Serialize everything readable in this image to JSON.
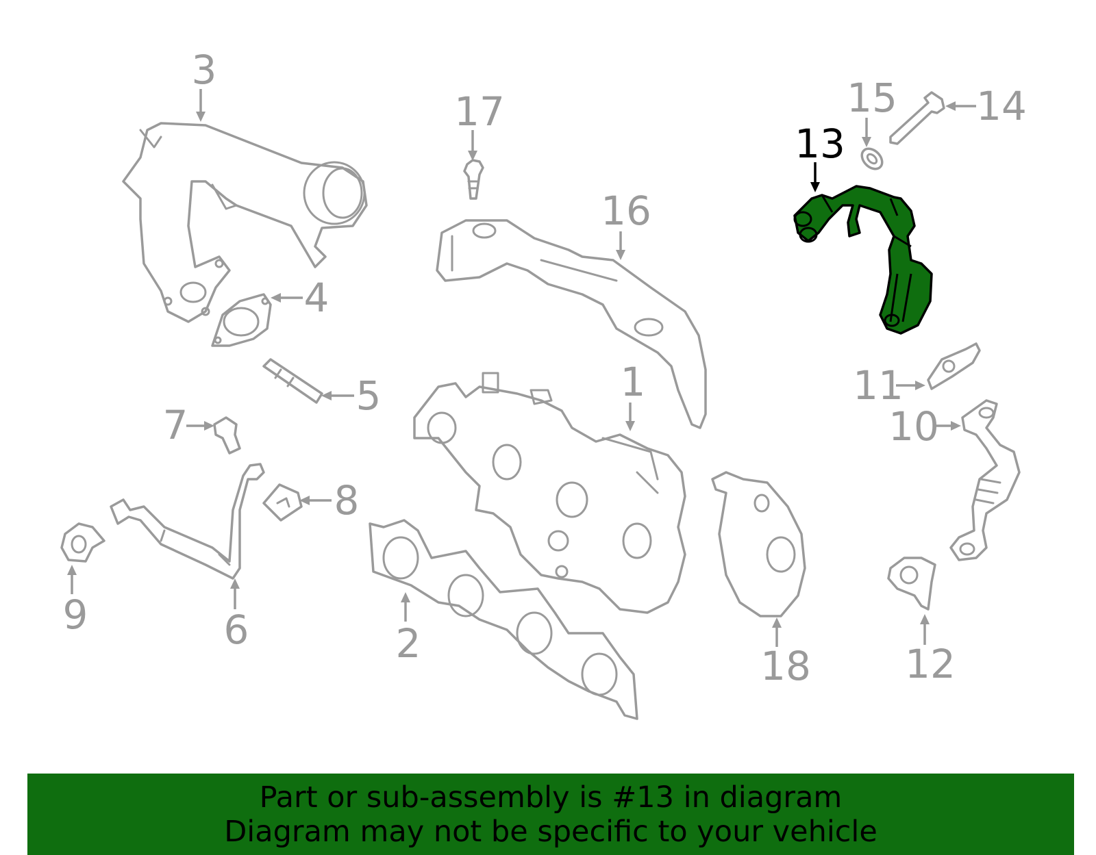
{
  "callouts": {
    "c1": "1",
    "c2": "2",
    "c3": "3",
    "c4": "4",
    "c5": "5",
    "c6": "6",
    "c7": "7",
    "c8": "8",
    "c9": "9",
    "c10": "10",
    "c11": "11",
    "c12": "12",
    "c13": "13",
    "c14": "14",
    "c15": "15",
    "c16": "16",
    "c17": "17",
    "c18": "18"
  },
  "highlighted_part": "13",
  "colors": {
    "highlight": "#0f6e0f",
    "parts": "#9a9a9a",
    "banner": "#0f6e0f"
  },
  "banner": {
    "line1": "Part or sub-assembly is #13 in diagram",
    "line2": "Diagram may not be specific to your vehicle"
  }
}
